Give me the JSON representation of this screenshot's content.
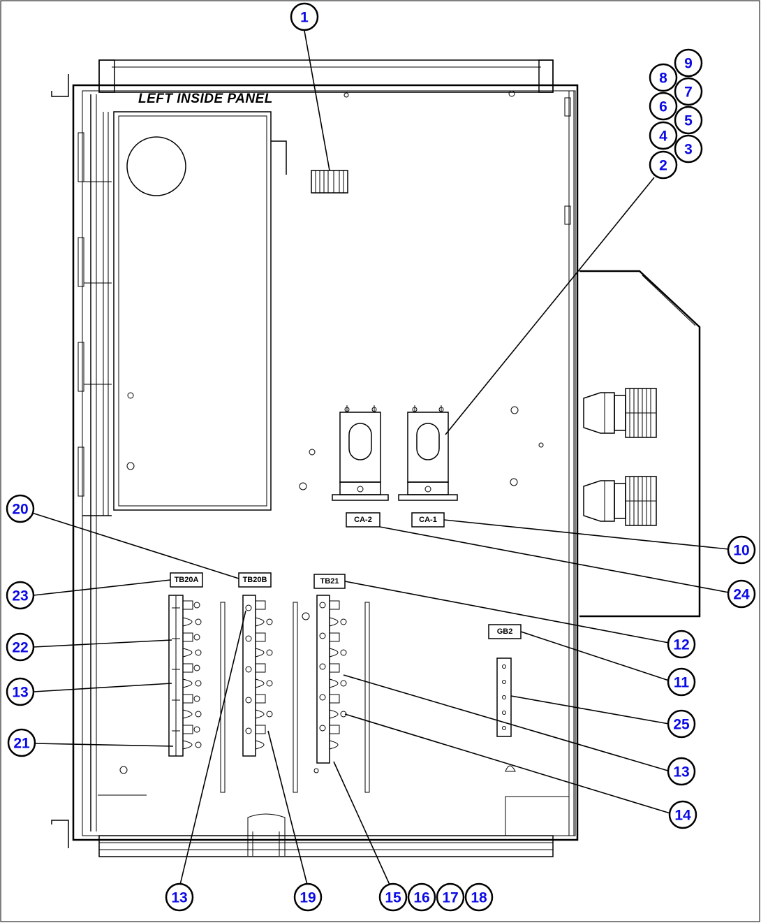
{
  "panel_title": "LEFT INSIDE PANEL",
  "component_tags": {
    "ca2": "CA-2",
    "ca1": "CA-1",
    "tb20a": "TB20A",
    "tb20b": "TB20B",
    "tb21": "TB21",
    "gb2": "GB2"
  },
  "callouts": {
    "c1": "1",
    "c2": "2",
    "c3": "3",
    "c4": "4",
    "c5": "5",
    "c6": "6",
    "c7": "7",
    "c8": "8",
    "c9": "9",
    "c10": "10",
    "c11": "11",
    "c12": "12",
    "c13a": "13",
    "c13b": "13",
    "c13c": "13",
    "c14": "14",
    "c15": "15",
    "c16": "16",
    "c17": "17",
    "c18": "18",
    "c19": "19",
    "c20": "20",
    "c21": "21",
    "c22": "22",
    "c23": "23",
    "c24": "24",
    "c25": "25"
  },
  "colors": {
    "callout_number": "#0a0ae6",
    "line": "#000000",
    "background": "#ffffff"
  }
}
